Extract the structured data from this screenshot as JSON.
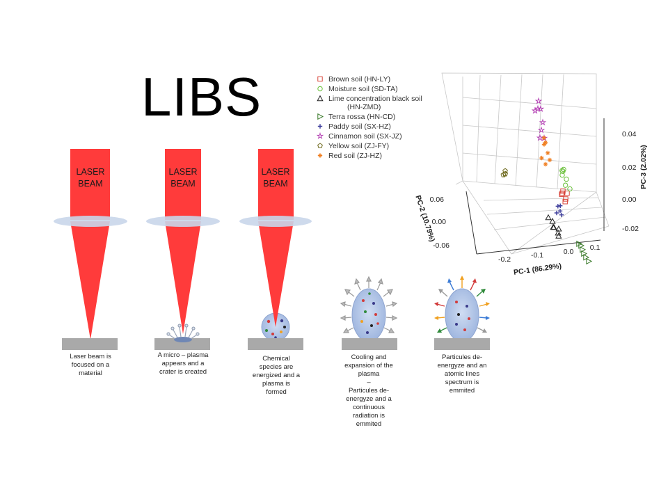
{
  "slide": {
    "title": "LIBS"
  },
  "stages": [
    {
      "beam_label_1": "LASER",
      "beam_label_2": "BEAM",
      "caption": [
        "Laser beam is",
        "focused on a",
        "material"
      ]
    },
    {
      "beam_label_1": "LASER",
      "beam_label_2": "BEAM",
      "caption": [
        "A micro – plasma",
        "appears and a",
        "crater is created"
      ]
    },
    {
      "beam_label_1": "LASER",
      "beam_label_2": "BEAM",
      "caption": [
        "Chemical",
        "species are",
        "energized  and a",
        "plasma is",
        "formed"
      ]
    },
    {
      "caption": [
        "Cooling and",
        "expansion of the",
        "plasma",
        "–",
        "Particules de-",
        "energyze and a",
        "continuous",
        "radiation is",
        "emmited"
      ]
    },
    {
      "caption": [
        "Particules de-",
        "energyze and an",
        "atomic lines",
        "spectrum is",
        "emmited"
      ]
    }
  ],
  "colors": {
    "laser": "#ff3b3b",
    "lens": "#c9d6ea",
    "surface": "#a9a9a9",
    "plasma": "#b4c8e8"
  },
  "chart_data": {
    "type": "scatter",
    "projection": "3d",
    "title": "",
    "xlabel": "PC-1 (86.29%)",
    "ylabel": "PC-2 (10.79%)",
    "zlabel": "PC-3 (2.02%)",
    "x_ticks": [
      "-0.2",
      "-0.1",
      "0.0",
      "0.1"
    ],
    "y_ticks": [
      "0.06",
      "0.00",
      "-0.06"
    ],
    "z_ticks": [
      "0.04",
      "0.02",
      "0.00",
      "-0.02"
    ],
    "legend_position": "top-left",
    "series": [
      {
        "name": "Brown soil (HN-LY)",
        "marker": "square",
        "color": "#d9473c",
        "points": [
          [
            0.01,
            -0.01,
            0.01
          ],
          [
            0.02,
            -0.015,
            0.008
          ],
          [
            0.015,
            -0.02,
            0.012
          ],
          [
            0.03,
            -0.005,
            0.01
          ],
          [
            0.025,
            -0.012,
            0.006
          ],
          [
            0.012,
            -0.008,
            0.009
          ]
        ]
      },
      {
        "name": "Moisture soil (SD-TA)",
        "marker": "circle",
        "color": "#6abf3a",
        "points": [
          [
            0.05,
            0.0,
            0.02
          ],
          [
            0.06,
            0.005,
            0.018
          ],
          [
            0.055,
            -0.005,
            0.016
          ],
          [
            0.07,
            0.01,
            0.015
          ],
          [
            0.065,
            -0.01,
            0.012
          ],
          [
            0.045,
            0.002,
            0.019
          ],
          [
            0.075,
            0.004,
            0.011
          ]
        ]
      },
      {
        "name": "Lime concentration black soil",
        "name_line2": "(HN-ZMD)",
        "marker": "triangle-up",
        "color": "#222222",
        "points": [
          [
            -0.12,
            -0.02,
            0.0
          ],
          [
            -0.1,
            -0.025,
            -0.004
          ],
          [
            -0.08,
            -0.03,
            -0.006
          ],
          [
            -0.09,
            -0.02,
            -0.002
          ],
          [
            -0.11,
            -0.03,
            -0.003
          ],
          [
            -0.07,
            -0.028,
            -0.008
          ],
          [
            -0.06,
            -0.025,
            -0.005
          ]
        ]
      },
      {
        "name": "Terra rossa (HN-CD)",
        "marker": "triangle-right",
        "color": "#3a7a2a",
        "points": [
          [
            0.04,
            -0.04,
            -0.01
          ],
          [
            0.05,
            -0.045,
            -0.012
          ],
          [
            0.06,
            -0.05,
            -0.015
          ],
          [
            0.045,
            -0.05,
            -0.013
          ],
          [
            0.055,
            -0.04,
            -0.011
          ],
          [
            0.065,
            -0.055,
            -0.016
          ]
        ]
      },
      {
        "name": "Paddy soil (SX-HZ)",
        "marker": "plus",
        "color": "#3b3b9a",
        "points": [
          [
            -0.03,
            -0.01,
            0.0
          ],
          [
            -0.02,
            -0.015,
            0.002
          ],
          [
            -0.01,
            -0.012,
            0.004
          ],
          [
            -0.025,
            -0.02,
            0.001
          ],
          [
            -0.015,
            -0.008,
            0.003
          ]
        ]
      },
      {
        "name": "Cinnamon soil (SX-JZ)",
        "marker": "star",
        "color": "#b23cb2",
        "points": [
          [
            0.02,
            0.05,
            0.045
          ],
          [
            0.03,
            0.055,
            0.04
          ],
          [
            0.025,
            0.06,
            0.038
          ],
          [
            0.035,
            0.045,
            0.035
          ],
          [
            0.04,
            0.05,
            0.03
          ],
          [
            0.03,
            0.04,
            0.028
          ],
          [
            0.045,
            0.055,
            0.025
          ],
          [
            0.02,
            0.045,
            0.042
          ]
        ]
      },
      {
        "name": "Yellow soil (ZJ-FY)",
        "marker": "pentagon",
        "color": "#6f6a1e",
        "points": [
          [
            -0.22,
            0.05,
            0.01
          ],
          [
            -0.215,
            0.052,
            0.008
          ],
          [
            -0.225,
            0.048,
            0.009
          ],
          [
            -0.218,
            0.055,
            0.007
          ]
        ]
      },
      {
        "name": "Red soil (ZJ-HZ)",
        "marker": "asterisk",
        "color": "#f07e20",
        "points": [
          [
            -0.02,
            0.02,
            0.03
          ],
          [
            -0.015,
            0.025,
            0.028
          ],
          [
            -0.01,
            0.018,
            0.025
          ],
          [
            -0.025,
            0.022,
            0.032
          ],
          [
            -0.005,
            0.015,
            0.022
          ],
          [
            -0.018,
            0.03,
            0.02
          ],
          [
            -0.008,
            0.024,
            0.018
          ]
        ]
      }
    ]
  }
}
